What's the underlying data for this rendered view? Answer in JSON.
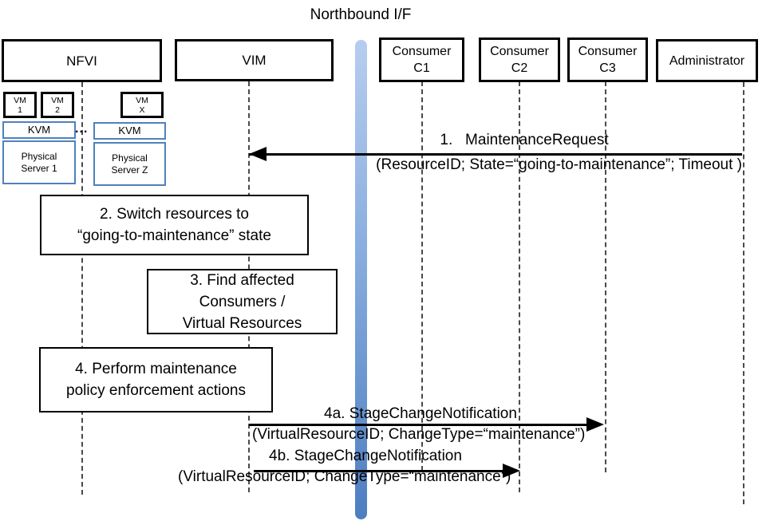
{
  "title": "Northbound I/F",
  "actors": {
    "nfvi": "NFVI",
    "vim": "VIM",
    "c1_line1": "Consumer",
    "c1_line2": "C1",
    "c2_line1": "Consumer",
    "c2_line2": "C2",
    "c3_line1": "Consumer",
    "c3_line2": "C3",
    "admin": "Administrator"
  },
  "nfvi_internals": {
    "vm1_line1": "VM",
    "vm1_line2": "1",
    "vm2_line1": "VM",
    "vm2_line2": "2",
    "vmx_line1": "VM",
    "vmx_line2": "X",
    "kvm1": "KVM",
    "kvm2": "KVM",
    "dots": "...",
    "ps1_line1": "Physical",
    "ps1_line2": "Server 1",
    "psz_line1": "Physical",
    "psz_line2": "Server Z"
  },
  "messages": {
    "m1_title": "1.   MaintenanceRequest",
    "m1_params": "(ResourceID; State=“going-to-maintenance”; Timeout )",
    "m4a_title": "4a. StageChangeNotification",
    "m4a_params": "(VirtualResourceID; ChangeType=“maintenance”)",
    "m4b_title": "4b. StageChangeNotification",
    "m4b_params": "(VirtualResourceID; ChangeType=“maintenance”)"
  },
  "process_boxes": {
    "b2_line1": "2. Switch resources to",
    "b2_line2": "“going-to-maintenance” state",
    "b3_line1": "3. Find affected",
    "b3_line2": "Consumers /",
    "b3_line3": "Virtual Resources",
    "b4_line1": "4. Perform maintenance",
    "b4_line2": "policy enforcement actions"
  },
  "colors": {
    "accent_blue_border": "#4f81bd",
    "bar_gradient_top": "#b7cdee",
    "bar_gradient_mid": "#8fb2e2",
    "bar_gradient_bottom": "#4d7ec0",
    "line_black": "#000000"
  }
}
